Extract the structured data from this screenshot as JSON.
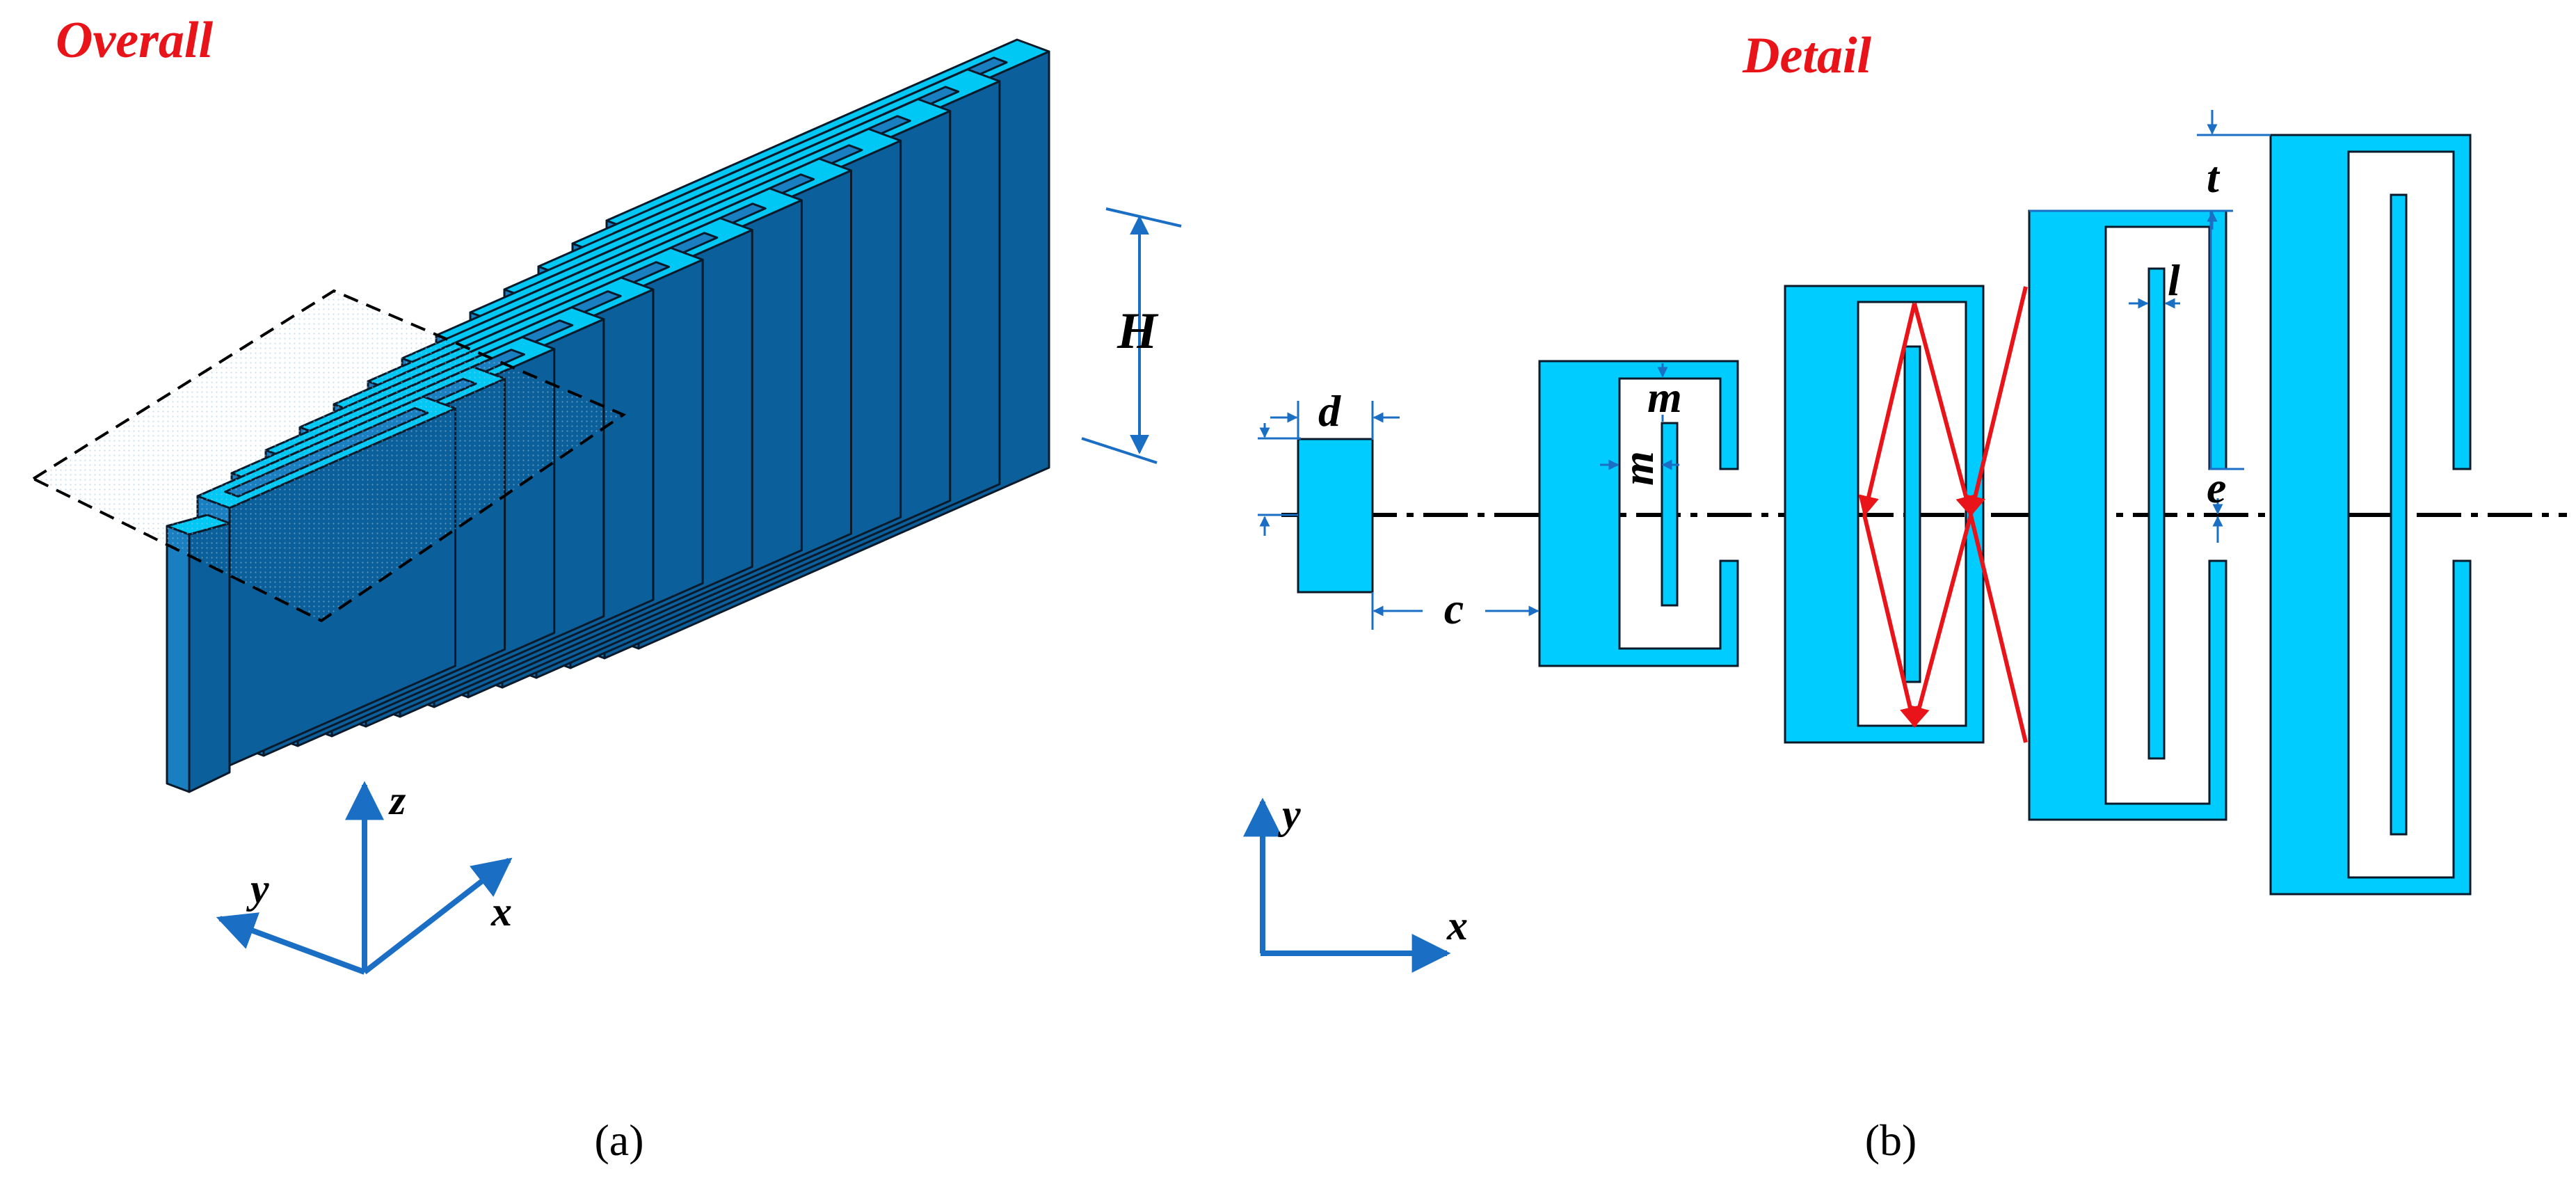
{
  "panel_a": {
    "title": "Overall",
    "height_label": "H",
    "axes": {
      "x": "x",
      "y": "y",
      "z": "z"
    },
    "caption": "(a)"
  },
  "panel_b": {
    "title": "Detail",
    "dimensions": {
      "d": "d",
      "c": "c",
      "m_top": "m",
      "m_side": "m",
      "t": "t",
      "l": "l",
      "e": "e"
    },
    "axes": {
      "x": "x",
      "y": "y"
    },
    "caption": "(b)"
  },
  "colors": {
    "slab_front": "#1a7fc1",
    "slab_top": "#00c8f5",
    "slab_side": "#0b5f9a",
    "detail_fill": "#00ccff",
    "dimension_line": "#1a6fc4",
    "highlight_red": "#e8141a",
    "outline": "#0a1a2a"
  }
}
